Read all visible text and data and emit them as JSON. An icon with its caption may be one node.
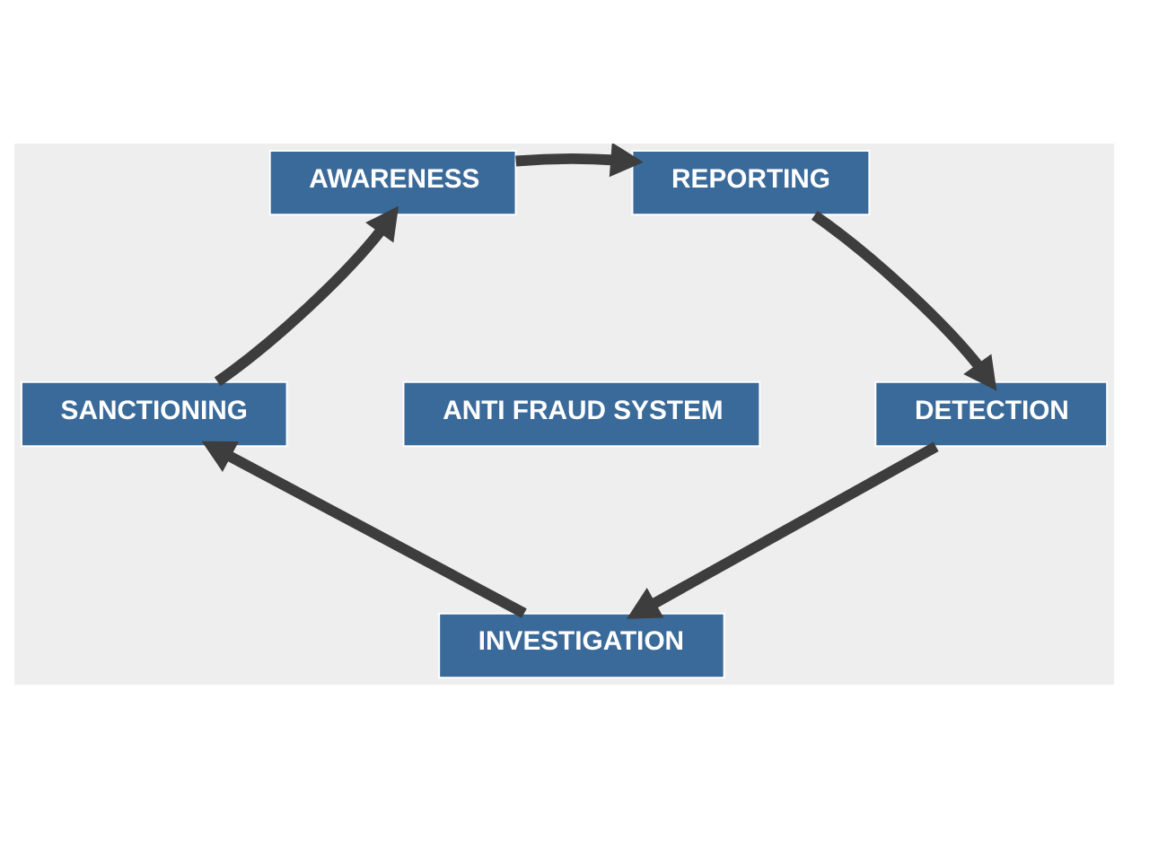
{
  "diagram": {
    "nodes": [
      {
        "text": [
          "AWARENESS"
        ]
      },
      {
        "text": [
          "REPORTING"
        ]
      },
      {
        "text": [
          "ANTI FRAUD SYSTEM"
        ]
      },
      {
        "text": [
          "DETECTION"
        ]
      },
      {
        "text": [
          "SANCTIONING"
        ]
      },
      {
        "text": [
          "INVESTIGATION"
        ]
      }
    ],
    "edges": [
      {
        "from": 0,
        "to": 1,
        "arrow": "to"
      },
      {
        "from": 1,
        "to": 3,
        "arrow": "to"
      },
      {
        "from": 3,
        "to": 5,
        "arrow": "to"
      },
      {
        "from": 5,
        "to": 4,
        "arrow": "to"
      },
      {
        "from": 4,
        "to": 0,
        "arrow": "to"
      }
    ]
  }
}
